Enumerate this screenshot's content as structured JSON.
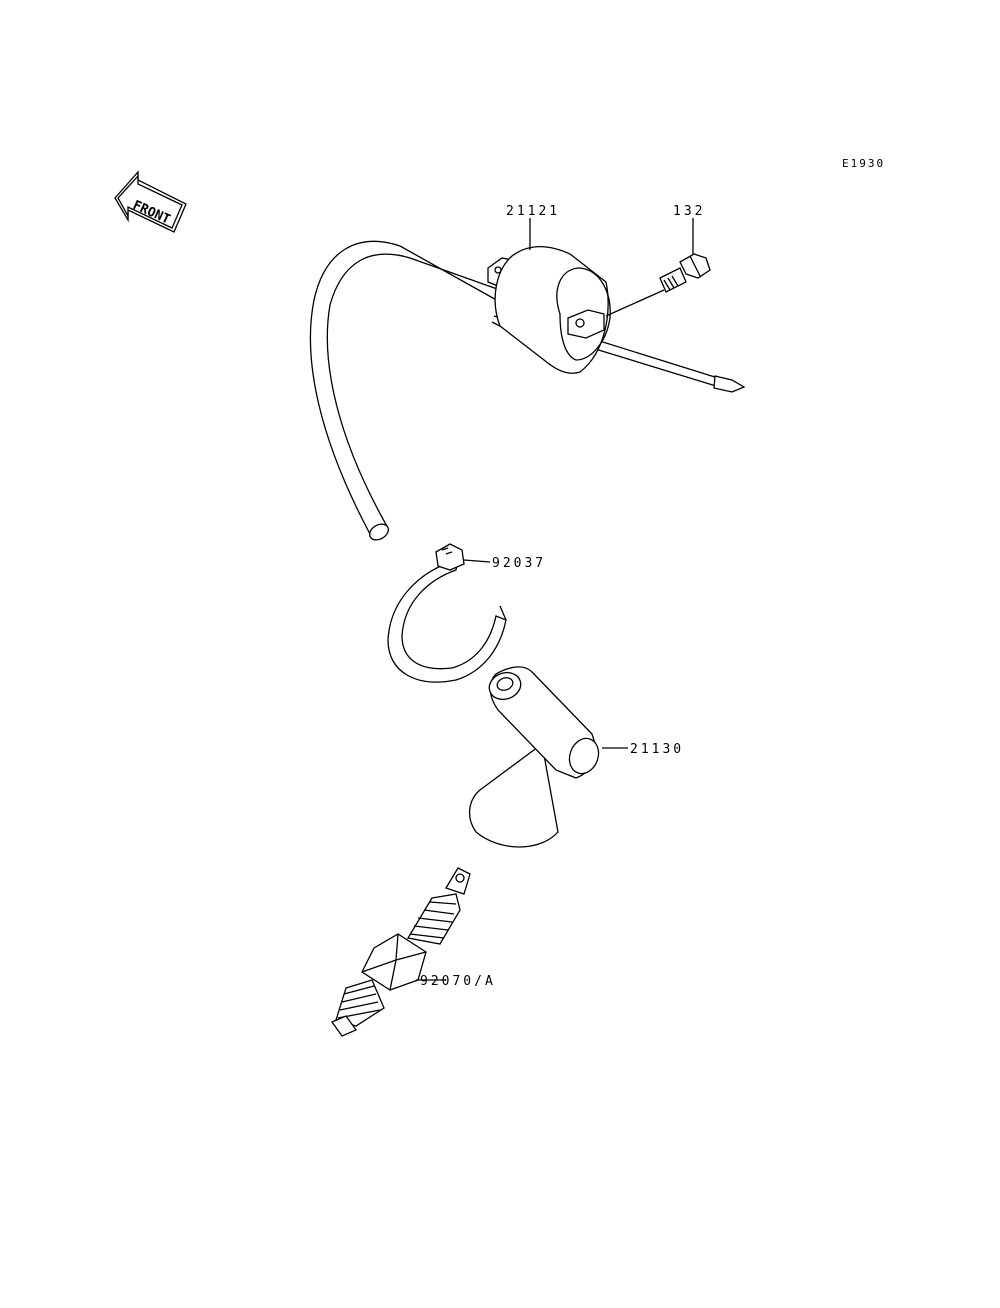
{
  "diagram_code": "E1930",
  "front_label": "FRONT",
  "parts": {
    "coil": "21121",
    "bolt": "132",
    "band": "92037",
    "cap": "21130",
    "plug": "92070/A"
  }
}
